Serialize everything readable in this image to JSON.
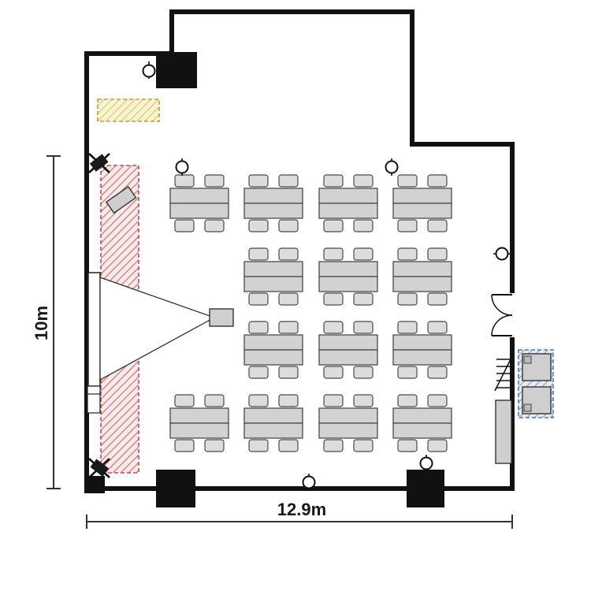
{
  "floorplan": {
    "dimensions": {
      "height_label": "10m",
      "width_label": "12.9m"
    },
    "colors": {
      "wall": "#111111",
      "furniture_fill": "#d2d2d2",
      "furniture_stroke": "#4a4a4a",
      "stage_bg": "#f7eaea",
      "stage_line": "#cf6a6a",
      "stage_border": "#c84b4b",
      "storage_bg": "#f8f3d4",
      "storage_line": "#d9c75a",
      "storage_border": "#b3a33c",
      "equipment_bg": "#e4ebf5",
      "equipment_line": "#7e97bd",
      "equipment_border": "#5577aa"
    },
    "seating": {
      "group_columns_x": [
        253,
        347,
        442,
        536
      ],
      "group_rows_y": [
        258,
        351,
        444,
        537
      ],
      "groups": [
        [
          0,
          0
        ],
        [
          0,
          3
        ],
        [
          1,
          0
        ],
        [
          1,
          1
        ],
        [
          1,
          2
        ],
        [
          1,
          3
        ],
        [
          2,
          0
        ],
        [
          2,
          1
        ],
        [
          2,
          2
        ],
        [
          2,
          3
        ],
        [
          3,
          0
        ],
        [
          3,
          1
        ],
        [
          3,
          2
        ],
        [
          3,
          3
        ]
      ],
      "tables_per_group": 2,
      "chairs_per_group": 4
    }
  }
}
